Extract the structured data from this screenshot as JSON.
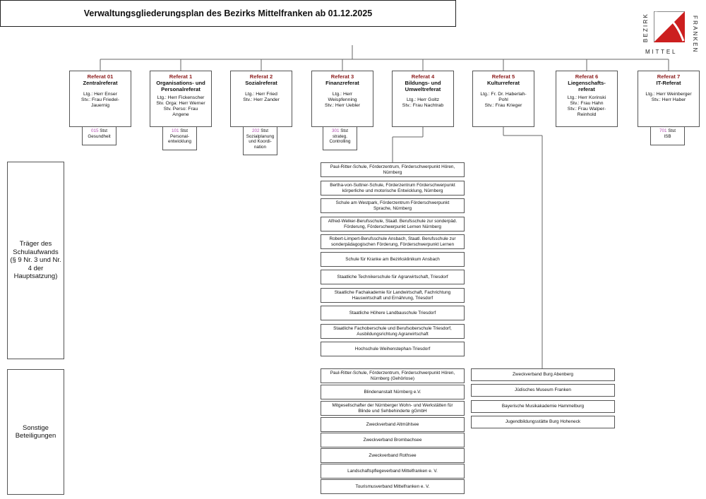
{
  "title": "Verwaltungsgliederungsplan des Bezirks Mittelfranken ab 01.12.2025",
  "logo": {
    "word_top": "BEZIRK",
    "word_mid": "MITTEL",
    "word_side": "FRANKEN"
  },
  "referate": [
    {
      "code": "Referat 01",
      "name": [
        "Zentralreferat"
      ],
      "lead": [
        "Ltg.: Herr Enser",
        "Stv.: Frau Friedel-",
        "Jauernig"
      ]
    },
    {
      "code": "Referat 1",
      "name": [
        "Organisations- und",
        "Personalreferat"
      ],
      "lead": [
        "Ltg.: Herr Fickenscher",
        "Stv. Orga: Herr Werner",
        "Stv. Perso: Frau",
        "Angene"
      ]
    },
    {
      "code": "Referat 2",
      "name": [
        "Sozialreferat"
      ],
      "lead": [
        "Ltg.: Herr Fried",
        "Stv.: Herr Zander"
      ]
    },
    {
      "code": "Referat 3",
      "name": [
        "Finanzreferat"
      ],
      "lead": [
        "Ltg.: Herr",
        "Weispfenning",
        "Stv.: Herr Uebler"
      ]
    },
    {
      "code": "Referat 4",
      "name": [
        "Bildungs- und",
        "Umweltreferat"
      ],
      "lead": [
        "Ltg.: Herr Goltz",
        "Stv.: Frau Nachtrab"
      ]
    },
    {
      "code": "Referat 5",
      "name": [
        "Kulturreferat"
      ],
      "lead": [
        "Ltg.: Fr. Dr. Haberlah-",
        "Pohl",
        "Stv.: Frau Krieger"
      ]
    },
    {
      "code": "Referat 6",
      "name": [
        "Liegenschafts-",
        "referat"
      ],
      "lead": [
        "Ltg.: Herr Korinski",
        "Stv.: Frau Hahn",
        "Stv.: Frau Walper-",
        "Reinhold"
      ]
    },
    {
      "code": "Referat 7",
      "name": [
        "IT-Referat"
      ],
      "lead": [
        "Ltg.: Herr Weinberger",
        "Stv.: Herr Haber"
      ]
    }
  ],
  "stabsstellen": [
    {
      "num": "015",
      "lines": [
        "Stst",
        "Gesundheit"
      ]
    },
    {
      "num": "101",
      "lines": [
        "Stst",
        "Personal-",
        "entwicklung"
      ]
    },
    {
      "num": "202",
      "lines": [
        "Stst",
        "Sozialplanung",
        "und Koordi-",
        "nation"
      ]
    },
    {
      "num": "301",
      "lines": [
        "Stst",
        "strateg.",
        "Controlling"
      ]
    },
    {
      "num": "701",
      "lines": [
        "Stst",
        "ISB"
      ]
    }
  ],
  "sides": [
    {
      "label": "Träger des Schulaufwands (§ 9 Nr. 3 und Nr. 4 der Hauptsatzung)"
    },
    {
      "label": "Sonstige Beteiligungen"
    }
  ],
  "schulen": [
    [
      "Paul-Ritter-Schule, Förderzentrum, Förderschwerpunkt Hören,",
      "Nürnberg"
    ],
    [
      "Bertha-von-Suttner-Schule, Förderzentrum Förderschwerpunkt",
      "körperliche und motorische Entwicklung, Nürnberg"
    ],
    [
      "Schule am Westpark, Förderzentrum Förderschwerpunkt",
      "Sprache, Nürnberg"
    ],
    [
      "Alfred-Welker-Berufsschule, Staatl. Berufsschule zur sonderpäd.",
      "Förderung,  Förderschwerpunkt Lernen Nürnberg"
    ],
    [
      "Robert-Limpert-Berufsschule Ansbach, Staatl. Berufsschule zur",
      "sonderpädagogischen Förderung, Förderschwerpunkt Lernen"
    ],
    [
      "Schule für Kranke am Bezirksklinikum Ansbach"
    ],
    [
      "Staatliche Technikerschule für Agrarwirtschaft, Triesdorf"
    ],
    [
      "Staatliche Fachakademie für Landwirtschaft, Fachrichtung",
      "Hauswirtschaft und Ernährung, Triesdorf"
    ],
    [
      "Staatliche Höhere Landbauschule Triesdorf"
    ],
    [
      "Staatliche Fachoberschule und Berufsoberschule Triesdorf,",
      "Ausbildungsrichtung Agrarwirtschaft"
    ],
    [
      "Hochschule Weihenstephan-Triesdorf"
    ]
  ],
  "beteiligungen4": [
    [
      "Paul-Ritter-Schule, Förderzentrum, Förderschwerpunkt Hören,",
      "Nürnberg (Gehörlose)"
    ],
    [
      "Blindenanstalt Nürnberg e.V."
    ],
    [
      "Mitgesellschafter der Nürnberger Wohn- und Werkstätten für",
      "Blinde und Sehbehinderte gGmbH"
    ],
    [
      "Zweckverband Altmühlsee"
    ],
    [
      "Zweckverband Brombachsee"
    ],
    [
      "Zweckverband Rothsee"
    ],
    [
      "Landschaftspflegeverband Mittelfranken e. V."
    ],
    [
      "Tourismusverband Mittelfranken e. V."
    ]
  ],
  "beteiligungen5": [
    "Zweckverband Burg Abenberg",
    "Jüdisches Museum Franken",
    "Bayerische Musikakademie Hammelburg",
    "Jugendbildungsstätte Burg Hoheneck"
  ]
}
